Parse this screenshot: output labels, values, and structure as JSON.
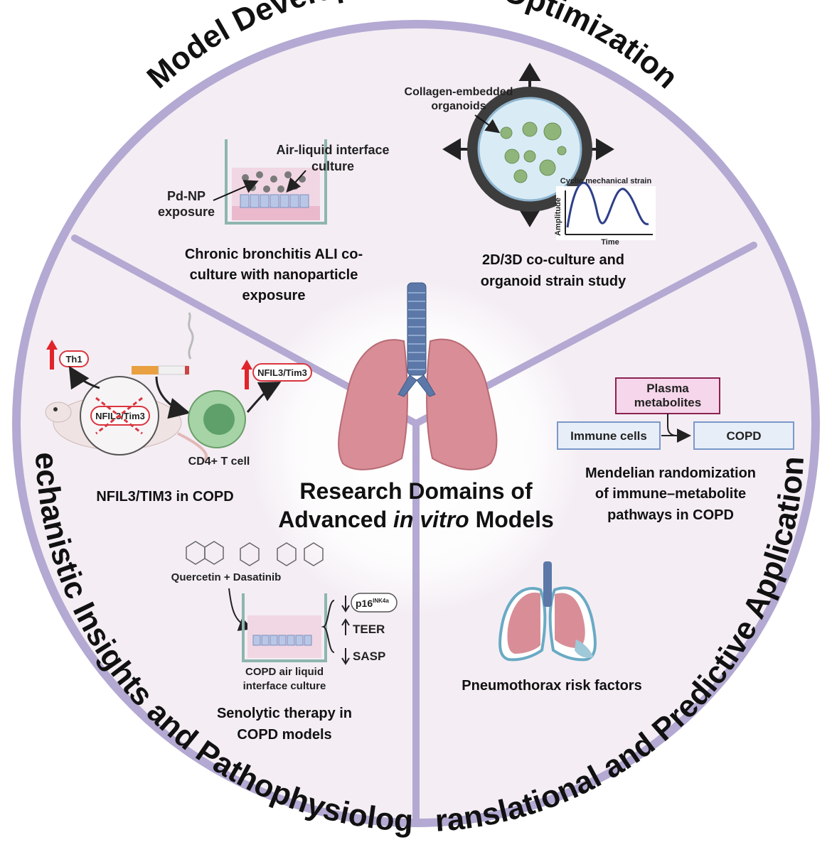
{
  "ring_titles": {
    "top": "Model Development and Optimization",
    "left": "Mechanistic Insights and Pathophysiology",
    "right": "Translational and Predictive Applications"
  },
  "center": {
    "line1": "Research Domains of",
    "line2_prefix": "Advanced ",
    "line2_italic": "in vitro",
    "line2_suffix": " Models"
  },
  "ali_panel": {
    "air_liquid_1": "Air-liquid interface",
    "air_liquid_2": "culture",
    "pdnp_1": "Pd-NP",
    "pdnp_2": "exposure",
    "caption": [
      "Chronic bronchitis ALI co-",
      "culture with nanoparticle",
      "exposure"
    ]
  },
  "strain_panel": {
    "organoids_1": "Collagen-embedded",
    "organoids_2": "organoids",
    "graph_title": "Cyclic mechanical strain",
    "y_axis": "Amplitude",
    "x_axis": "Time",
    "caption": [
      "2D/3D co-culture and",
      "organoid strain study"
    ]
  },
  "nfil_panel": {
    "th1": "Th1",
    "mouse_label": "NFIL3/Tim3",
    "up_label": "NFIL3/Tim3",
    "cell": "CD4+ T cell",
    "caption": "NFIL3/TIM3 in COPD"
  },
  "mr_panel": {
    "plasma_1": "Plasma",
    "plasma_2": "metabolites",
    "immune": "Immune cells",
    "copd": "COPD",
    "caption": [
      "Mendelian randomization",
      "of immune–metabolite",
      "pathways in COPD"
    ]
  },
  "senolytic_panel": {
    "drugs": "Quercetin + Dasatinib",
    "p16": "p16",
    "p16_sup": "INK4a",
    "teer": "TEER",
    "sasp": "SASP",
    "culture_1": "COPD air liquid",
    "culture_2": "interface culture",
    "caption": [
      "Senolytic therapy in",
      "COPD models"
    ]
  },
  "pneumo_panel": {
    "caption": "Pneumothorax risk factors"
  },
  "colors": {
    "ring": "#b3a9d2",
    "sector_fill": "#f4eef4",
    "center_glow": "#fbf8fb",
    "lung": "#d98e97",
    "trachea": "#5b78a8",
    "arrow_red": "#e0242a",
    "plasma_box": "#f6d6ea",
    "plasma_border": "#8b2252",
    "immune_box": "#e8eef8",
    "immune_border": "#7a98c8",
    "organoid": "#8fb57a",
    "dish_ring": "#3d3d3d",
    "tcell_outer": "#a6d4a6",
    "tcell_inner": "#5fa06a"
  }
}
